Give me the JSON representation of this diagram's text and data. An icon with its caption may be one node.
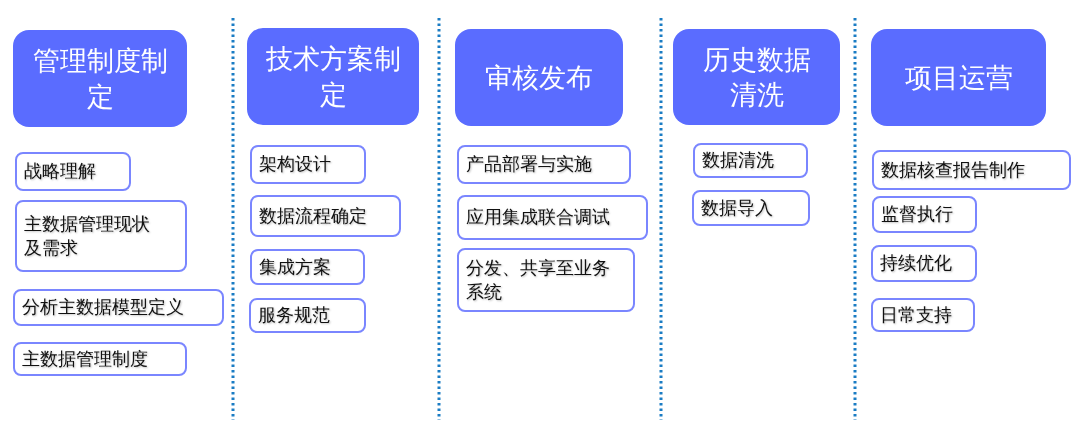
{
  "diagram": {
    "nodes": [
      {
        "text": [
          "管理制度制定"
        ]
      },
      {
        "text": [
          "战略理解"
        ]
      },
      {
        "text": [
          "主数据管理现状及需求"
        ]
      },
      {
        "text": [
          "分析主数据模型定义"
        ]
      },
      {
        "text": [
          "主数据管理制度"
        ]
      },
      {
        "text": [
          "技术方案制定"
        ]
      },
      {
        "text": [
          "架构设计"
        ]
      },
      {
        "text": [
          "数据流程确定"
        ]
      },
      {
        "text": [
          "集成方案"
        ]
      },
      {
        "text": [
          "服务规范"
        ]
      },
      {
        "text": [
          "审核发布"
        ]
      },
      {
        "text": [
          "产品部署与实施"
        ]
      },
      {
        "text": [
          "应用集成联合调试"
        ]
      },
      {
        "text": [
          "分发、共享至业务系统"
        ]
      },
      {
        "text": [
          "历史数据清洗"
        ]
      },
      {
        "text": [
          "数据清洗"
        ]
      },
      {
        "text": [
          "数据导入"
        ]
      },
      {
        "text": [
          "项目运营"
        ]
      },
      {
        "text": [
          "数据核查报告制作"
        ]
      },
      {
        "text": [
          "监督执行"
        ]
      },
      {
        "text": [
          "持续优化"
        ]
      },
      {
        "text": [
          "日常支持"
        ]
      }
    ]
  }
}
